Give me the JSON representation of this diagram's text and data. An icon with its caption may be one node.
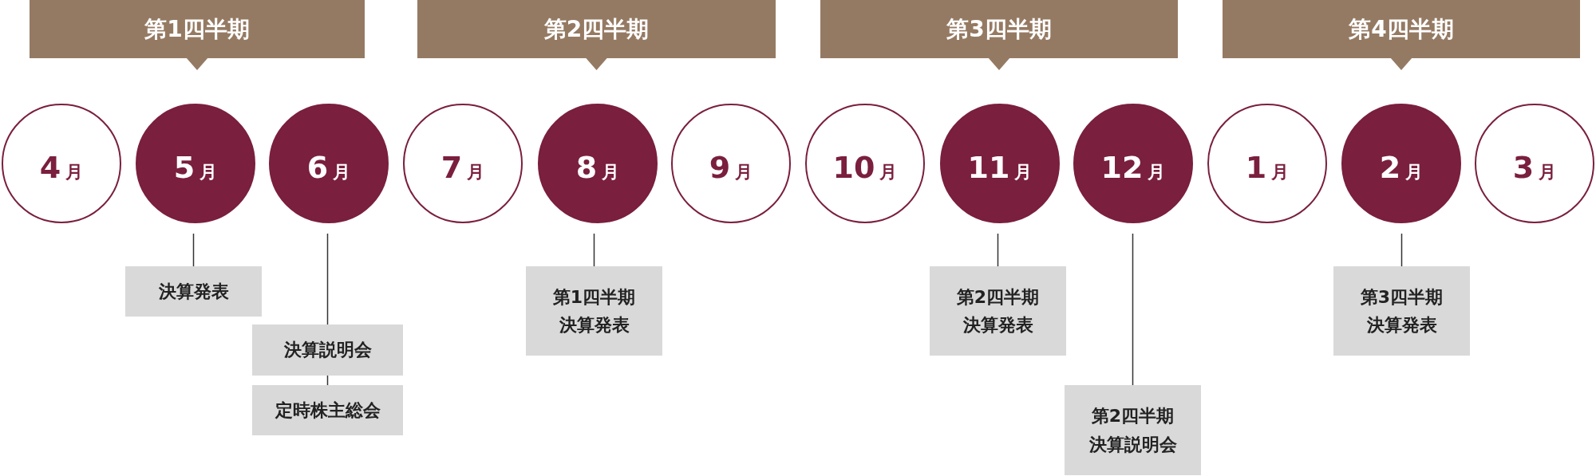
{
  "diagram": {
    "nodes": [
      {
        "text": [
          "第1四半期"
        ]
      },
      {
        "text": [
          "第2四半期"
        ]
      },
      {
        "text": [
          "第3四半期"
        ]
      },
      {
        "text": [
          "第4四半期"
        ]
      },
      {
        "text": [
          "4",
          "月"
        ]
      },
      {
        "text": [
          "5",
          "月"
        ]
      },
      {
        "text": [
          "6",
          "月"
        ]
      },
      {
        "text": [
          "7",
          "月"
        ]
      },
      {
        "text": [
          "8",
          "月"
        ]
      },
      {
        "text": [
          "9",
          "月"
        ]
      },
      {
        "text": [
          "10",
          "月"
        ]
      },
      {
        "text": [
          "11",
          "月"
        ]
      },
      {
        "text": [
          "12",
          "月"
        ]
      },
      {
        "text": [
          "1",
          "月"
        ]
      },
      {
        "text": [
          "2",
          "月"
        ]
      },
      {
        "text": [
          "3",
          "月"
        ]
      },
      {
        "text": [
          "決算発表"
        ]
      },
      {
        "text": [
          "決算説明会"
        ]
      },
      {
        "text": [
          "定時株主総会"
        ]
      },
      {
        "text": [
          "第1四半期決算発表"
        ]
      },
      {
        "text": [
          "第2四半期決算発表"
        ]
      },
      {
        "text": [
          "第2四半期決算説明会"
        ]
      },
      {
        "text": [
          "第3四半期決算発表"
        ]
      }
    ],
    "edges": [
      {
        "from": 5,
        "to": 16,
        "arrow": "none"
      },
      {
        "from": 6,
        "to": 17,
        "arrow": "none"
      },
      {
        "from": 17,
        "to": 18,
        "arrow": "none"
      },
      {
        "from": 8,
        "to": 19,
        "arrow": "none"
      },
      {
        "from": 11,
        "to": 20,
        "arrow": "none"
      },
      {
        "from": 12,
        "to": 21,
        "arrow": "none"
      },
      {
        "from": 14,
        "to": 22,
        "arrow": "none"
      }
    ]
  }
}
